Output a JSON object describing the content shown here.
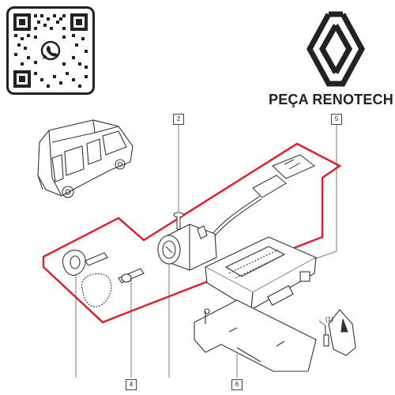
{
  "brand": {
    "name": "PEÇA RENOTECH",
    "logo_icon": "renault-diamond-logo"
  },
  "qr": {
    "icon": "whatsapp-icon",
    "accent_color": "#222222"
  },
  "diagram": {
    "highlight_color": "#e0202e",
    "callouts": {
      "ignition_switch": "2",
      "control_unit": "5",
      "key": "4",
      "bracket": "6"
    },
    "key_detail_label": "(1)"
  }
}
